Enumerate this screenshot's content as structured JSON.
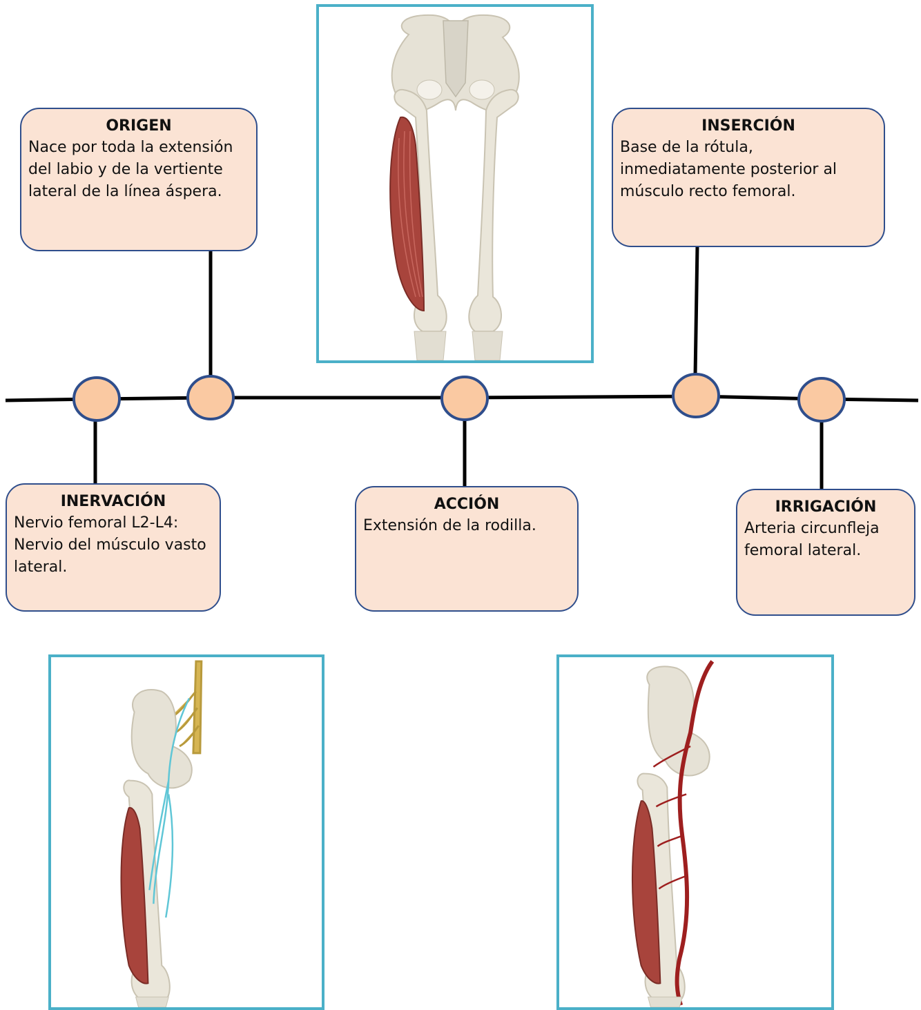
{
  "cards": {
    "origen": {
      "title": "ORIGEN",
      "body": "Nace por toda la extensión del labio y de la vertiente lateral de la línea áspera."
    },
    "insercion": {
      "title": "INSERCIÓN",
      "body": "Base de la rótula, inmediatamente posterior al músculo recto femoral."
    },
    "inervacion": {
      "title": "INERVACIÓN",
      "body": "Nervio femoral L2-L4: Nervio del músculo vasto lateral."
    },
    "accion": {
      "title": "ACCIÓN",
      "body": "Extensión de la rodilla."
    },
    "irrigacion": {
      "title": "IRRIGACIÓN",
      "body": "Arteria circunfleja femoral lateral."
    }
  },
  "illustrations": {
    "muscle": "vastus-lateralis-anterior-view",
    "nerve": "femoral-nerve-illustration",
    "artery": "femoral-artery-illustration"
  },
  "colors": {
    "card_fill": "#fbe3d4",
    "card_border": "#2f4e8c",
    "node_fill": "#fac9a2",
    "frame_border": "#4bb0c8",
    "line": "#000000",
    "muscle": "#a8443c",
    "nerve": "#5fc6d6",
    "plexus": "#d6b553",
    "artery": "#9e1f1f",
    "bone": "#e6e2d6"
  }
}
